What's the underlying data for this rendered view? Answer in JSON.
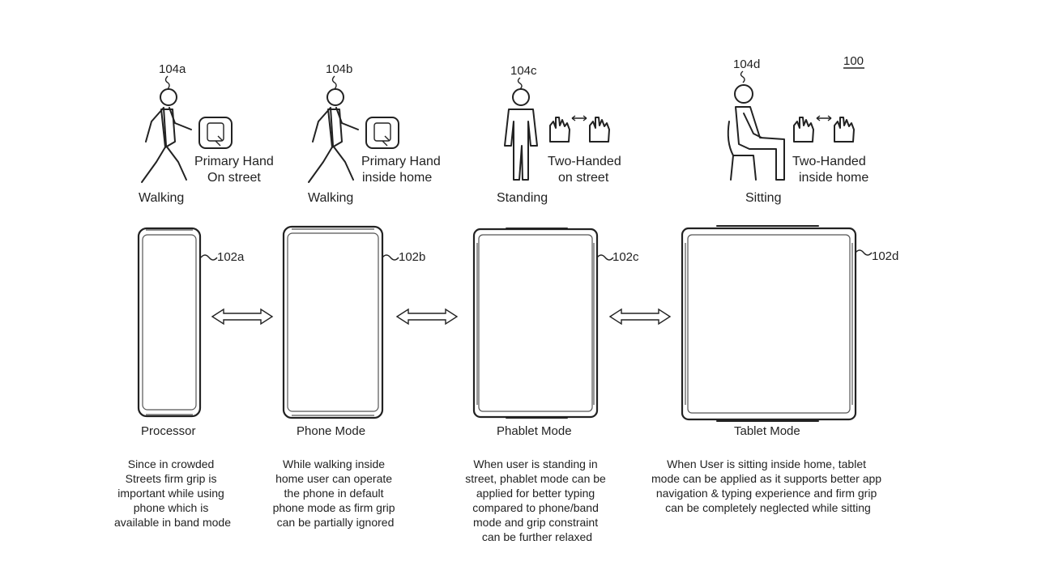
{
  "figure_number": "100",
  "columns": [
    {
      "user_ref": "104a",
      "posture": "Walking",
      "hand_mode": [
        "Primary Hand",
        "On street"
      ],
      "device_ref": "102a",
      "device_name": "Processor",
      "description": [
        "Since in crowded",
        "Streets firm grip is",
        "important while using",
        "phone which is",
        "available in band mode"
      ]
    },
    {
      "user_ref": "104b",
      "posture": "Walking",
      "hand_mode": [
        "Primary Hand",
        "inside home"
      ],
      "device_ref": "102b",
      "device_name": "Phone Mode",
      "description": [
        "While walking inside",
        "home user can operate",
        "the phone in default",
        "phone mode as firm grip",
        "can be partially ignored"
      ]
    },
    {
      "user_ref": "104c",
      "posture": "Standing",
      "hand_mode": [
        "Two-Handed",
        "on street"
      ],
      "device_ref": "102c",
      "device_name": "Phablet Mode",
      "description": [
        "When user is standing in",
        "street, phablet mode can be",
        "applied for better typing",
        "compared to phone/band",
        "mode and grip constraint",
        "can be further relaxed"
      ]
    },
    {
      "user_ref": "104d",
      "posture": "Sitting",
      "hand_mode": [
        "Two-Handed",
        "inside home"
      ],
      "device_ref": "102d",
      "device_name": "Tablet Mode",
      "description": [
        "When User is sitting inside home, tablet",
        "mode can be applied as it supports better app",
        "navigation & typing experience and firm grip",
        "can be completely neglected while sitting"
      ]
    }
  ]
}
